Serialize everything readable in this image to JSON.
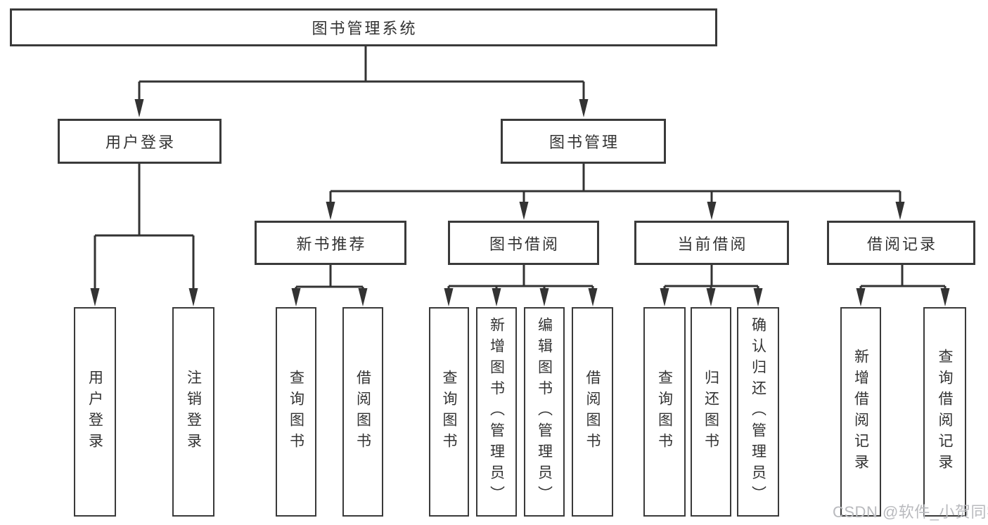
{
  "diagram_type": "hierarchy-tree",
  "colors": {
    "background": "#ffffff",
    "line": "#333333",
    "box_border": "#3a3a3a",
    "text": "#333333",
    "watermark": "#b9babe"
  },
  "tree": {
    "label": "图书管理系统",
    "children": [
      {
        "label": "用户登录",
        "children": [
          {
            "label": "用户登录"
          },
          {
            "label": "注销登录"
          }
        ]
      },
      {
        "label": "图书管理",
        "children": [
          {
            "label": "新书推荐",
            "children": [
              {
                "label": "查询图书"
              },
              {
                "label": "借阅图书"
              }
            ]
          },
          {
            "label": "图书借阅",
            "children": [
              {
                "label": "查询图书"
              },
              {
                "label": "新增图书（管理员）"
              },
              {
                "label": "编辑图书（管理员）"
              },
              {
                "label": "借阅图书"
              }
            ]
          },
          {
            "label": "当前借阅",
            "children": [
              {
                "label": "查询图书"
              },
              {
                "label": "归还图书"
              },
              {
                "label": "确认归还（管理员）"
              }
            ]
          },
          {
            "label": "借阅记录",
            "children": [
              {
                "label": "新增借阅记录"
              },
              {
                "label": "查询借阅记录"
              }
            ]
          }
        ]
      }
    ]
  },
  "watermark": {
    "text": "CSDN @软件_小贺同学"
  }
}
